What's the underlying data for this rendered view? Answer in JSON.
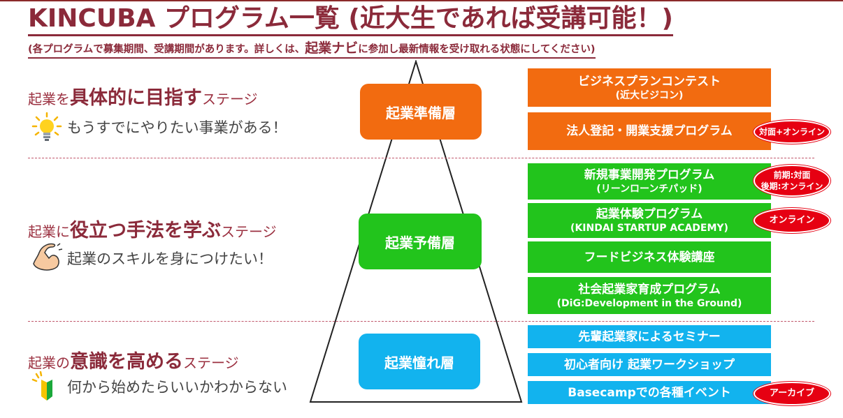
{
  "header": {
    "title": "KINCUBA プログラム一覧 (近大生であれば受講可能！)",
    "subtitle_pre": "(各プログラムで募集期間、受講期間があります。詳しくは、",
    "subtitle_big": "起業ナビ",
    "subtitle_post": "に参加し最新情報を受け取れる状態にしてください)"
  },
  "stages": [
    {
      "pre": "起業を",
      "em": "具体的に目指す",
      "post": "ステージ",
      "line": "もうすでにやりたい事業がある！"
    },
    {
      "pre": "起業に",
      "em": "役立つ手法を学ぶ",
      "post": "ステージ",
      "line": "起業のスキルを身につけたい！"
    },
    {
      "pre": "起業の",
      "em": "意識を高める",
      "post": "ステージ",
      "line": "何から始めたらいいかわからない"
    }
  ],
  "layers": [
    "起業準備層",
    "起業予備層",
    "起業憧れ層"
  ],
  "programs": [
    {
      "name": "ビジネスプランコンテスト",
      "sub": "(近大ビジコン)"
    },
    {
      "name": "法人登記・開業支援プログラム",
      "sub": ""
    },
    {
      "name": "新規事業開発プログラム",
      "sub": "(リーンローンチパッド)"
    },
    {
      "name": "起業体験プログラム",
      "sub": "(KINDAI STARTUP ACADEMY)"
    },
    {
      "name": "フードビジネス体験講座",
      "sub": ""
    },
    {
      "name": "社会起業家育成プログラム",
      "sub": "(DiG:Development in the Ground)"
    },
    {
      "name": "先輩起業家によるセミナー",
      "sub": ""
    },
    {
      "name": "初心者向け 起業ワークショップ",
      "sub": ""
    },
    {
      "name": "Basecampでの各種イベント",
      "sub": ""
    }
  ],
  "badges": {
    "hybrid": "対面+オンライン",
    "split_1": "前期:対面",
    "split_2": "後期:オンライン",
    "online": "オンライン",
    "archive": "アーカイブ"
  },
  "colors": {
    "prep": "#f26b10",
    "reserve": "#22c41c",
    "aspire": "#12b3ee",
    "badge": "#e60012",
    "title": "#8b2a3a"
  },
  "icons": [
    "lightbulb-icon",
    "flexed-arm-icon",
    "beginner-mark-icon"
  ]
}
